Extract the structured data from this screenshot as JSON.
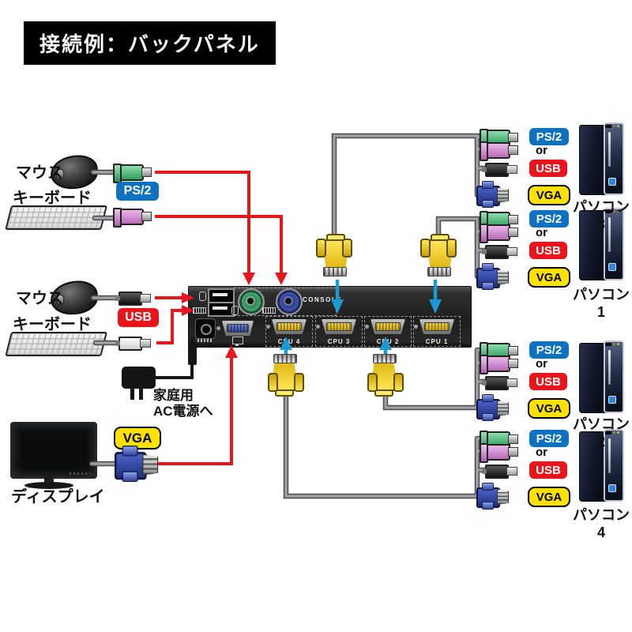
{
  "title": "接続例：バックパネル",
  "console_ps2": {
    "mouse_label": "マウス",
    "keyboard_label": "キーボード",
    "badge": "PS/2"
  },
  "console_usb": {
    "mouse_label": "マウス",
    "keyboard_label": "キーボード",
    "badge": "USB"
  },
  "display": {
    "label": "ディスプレイ",
    "badge": "VGA"
  },
  "power": {
    "line1": "家庭用",
    "line2": "AC電源へ"
  },
  "switch": {
    "console_label": "CONSOLE",
    "cpu_ports": [
      "CPU 4",
      "CPU 3",
      "CPU 2",
      "CPU 1"
    ]
  },
  "computers": [
    {
      "name": "パソコン3",
      "ps2": "PS/2",
      "or": "or",
      "usb": "USB",
      "vga": "VGA"
    },
    {
      "name": "パソコン1",
      "ps2": "PS/2",
      "or": "or",
      "usb": "USB",
      "vga": "VGA"
    },
    {
      "name": "パソコン2",
      "ps2": "PS/2",
      "or": "or",
      "usb": "USB",
      "vga": "VGA"
    },
    {
      "name": "パソコン4",
      "ps2": "PS/2",
      "or": "or",
      "usb": "USB",
      "vga": "VGA"
    }
  ],
  "colors": {
    "cable_red": "#e8151c",
    "arrow_blue": "#1b9ad2",
    "badge_blue": "#0e72c0",
    "badge_red": "#e8151c",
    "badge_yellow": "#ffe100",
    "ps2_green": "#4db87c",
    "ps2_purple": "#cc8fcc",
    "vga_yellow": "#f0cc1e"
  }
}
